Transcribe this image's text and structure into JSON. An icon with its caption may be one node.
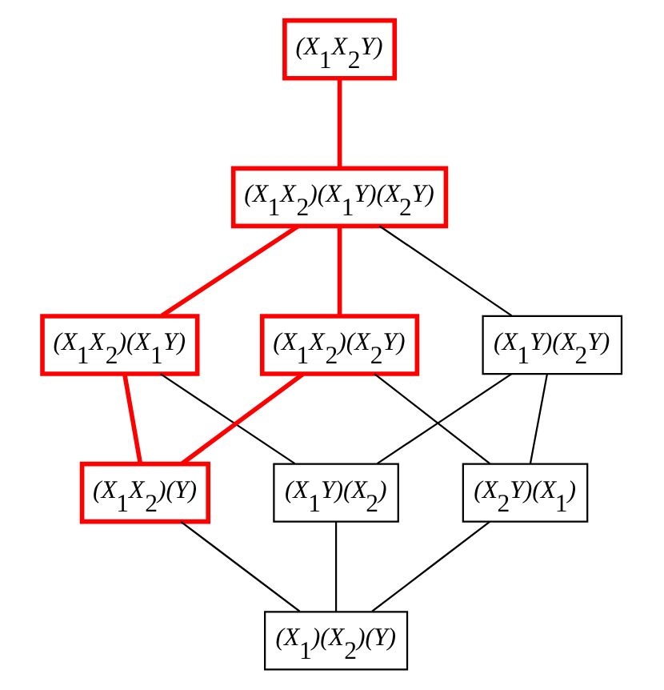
{
  "diagram": {
    "nodes": [
      {
        "text": [
          "(X$_{1}$X$_{2}$Y)"
        ]
      },
      {
        "text": [
          "(X$_{1}$X$_{2}$)(X$_{1}$Y)(X$_{2}$Y)"
        ]
      },
      {
        "text": [
          "(X$_{1}$X$_{2}$)(X$_{1}$Y)"
        ]
      },
      {
        "text": [
          "(X$_{1}$X$_{2}$)(X$_{2}$Y)"
        ]
      },
      {
        "text": [
          "(X$_{1}$Y)(X$_{2}$Y)"
        ]
      },
      {
        "text": [
          "(X$_{1}$X$_{2}$)(Y)"
        ]
      },
      {
        "text": [
          "(X$_{1}$Y)(X$_{2}$)"
        ]
      },
      {
        "text": [
          "(X$_{2}$Y)(X$_{1}$)"
        ]
      },
      {
        "text": [
          "(X$_{1}$)(X$_{2}$)(Y)"
        ]
      }
    ],
    "edges": [
      {
        "from": 0,
        "to": 1,
        "arrow": "none",
        "style": "thick",
        "color": "#ff0000"
      },
      {
        "from": 1,
        "to": 2,
        "arrow": "none",
        "style": "thick",
        "color": "#ff0000"
      },
      {
        "from": 1,
        "to": 3,
        "arrow": "none",
        "style": "thick",
        "color": "#ff0000"
      },
      {
        "from": 1,
        "to": 4,
        "arrow": "none"
      },
      {
        "from": 2,
        "to": 5,
        "arrow": "none",
        "style": "thick",
        "color": "#ff0000"
      },
      {
        "from": 2,
        "to": 6,
        "arrow": "none"
      },
      {
        "from": 3,
        "to": 5,
        "arrow": "none",
        "style": "thick",
        "color": "#ff0000"
      },
      {
        "from": 3,
        "to": 7,
        "arrow": "none"
      },
      {
        "from": 4,
        "to": 6,
        "arrow": "none"
      },
      {
        "from": 4,
        "to": 7,
        "arrow": "none"
      },
      {
        "from": 5,
        "to": 8,
        "arrow": "none"
      },
      {
        "from": 6,
        "to": 8,
        "arrow": "none"
      },
      {
        "from": 7,
        "to": 8,
        "arrow": "none"
      }
    ]
  }
}
